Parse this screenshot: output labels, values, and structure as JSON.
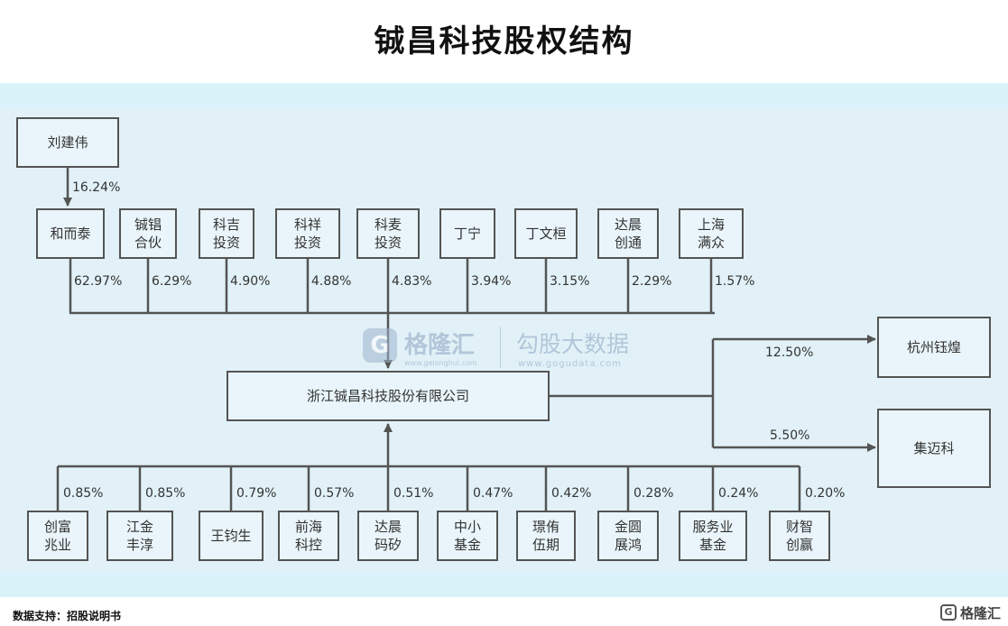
{
  "title": "铖昌科技股权结构",
  "top_holder": {
    "name": "刘建伟",
    "pct": "16.24%"
  },
  "upper_holders": [
    {
      "name": "和而泰",
      "pct": "62.97%"
    },
    {
      "name": "铖锠\n合伙",
      "pct": "6.29%"
    },
    {
      "name": "科吉\n投资",
      "pct": "4.90%"
    },
    {
      "name": "科祥\n投资",
      "pct": "4.88%"
    },
    {
      "name": "科麦\n投资",
      "pct": "4.83%"
    },
    {
      "name": "丁宁",
      "pct": "3.94%"
    },
    {
      "name": "丁文桓",
      "pct": "3.15%"
    },
    {
      "name": "达晨\n创通",
      "pct": "2.29%"
    },
    {
      "name": "上海\n满众",
      "pct": "1.57%"
    }
  ],
  "company": "浙江铖昌科技股份有限公司",
  "subsidiaries": [
    {
      "name": "杭州钰煌",
      "pct": "12.50%"
    },
    {
      "name": "集迈科",
      "pct": "5.50%"
    }
  ],
  "lower_holders": [
    {
      "name": "创富\n兆业",
      "pct": "0.85%"
    },
    {
      "name": "江金\n丰淳",
      "pct": "0.85%"
    },
    {
      "name": "王钧生",
      "pct": "0.79%"
    },
    {
      "name": "前海\n科控",
      "pct": "0.57%"
    },
    {
      "name": "达晨\n码矽",
      "pct": "0.51%"
    },
    {
      "name": "中小\n基金",
      "pct": "0.47%"
    },
    {
      "name": "璟侑\n伍期",
      "pct": "0.42%"
    },
    {
      "name": "金圆\n展鸿",
      "pct": "0.28%"
    },
    {
      "name": "服务业\n基金",
      "pct": "0.24%"
    },
    {
      "name": "财智\n创赢",
      "pct": "0.20%"
    }
  ],
  "watermark": {
    "logo_letter": "G",
    "name": "格隆汇",
    "name_url": "www.gelonghui.com",
    "brand": "勾股大数据",
    "brand_url": "www.gogudata.com"
  },
  "source": "数据支持：招股说明书",
  "footer_logo": {
    "letter": "G",
    "text": "格隆汇"
  },
  "colors": {
    "background": "#daf3fb",
    "line": "#545454",
    "box_fill": "#e9f5fa"
  }
}
